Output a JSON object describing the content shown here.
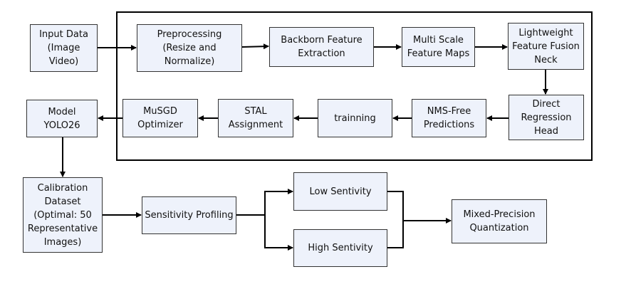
{
  "nodes": {
    "input": "Input Data\n(Image\nVideo)",
    "preprocessing": "Preprocessing\n(Resize and\nNormalize)",
    "backbone": "Backborn Feature\nExtraction",
    "multiscale": "Multi Scale\nFeature Maps",
    "fusion": "Lightweight\nFeature Fusion\nNeck",
    "regression": "Direct\nRegression\nHead",
    "nms": "NMS-Free\nPredictions",
    "training": "trainning",
    "stal": "STAL\nAssignment",
    "musgd": "MuSGD\nOptimizer",
    "model": "Model\nYOLO26",
    "calibration": "Calibration\nDataset\n(Optimal: 50\nRepresentative\nImages)",
    "sensitivity": "Sensitivity Profiling",
    "low": "Low Sentivity",
    "high": "High Sentivity",
    "mixed": "Mixed-Precision\nQuantization"
  },
  "colors": {
    "box_fill": "#eef2fb",
    "box_border": "#333333",
    "line": "#000000"
  }
}
